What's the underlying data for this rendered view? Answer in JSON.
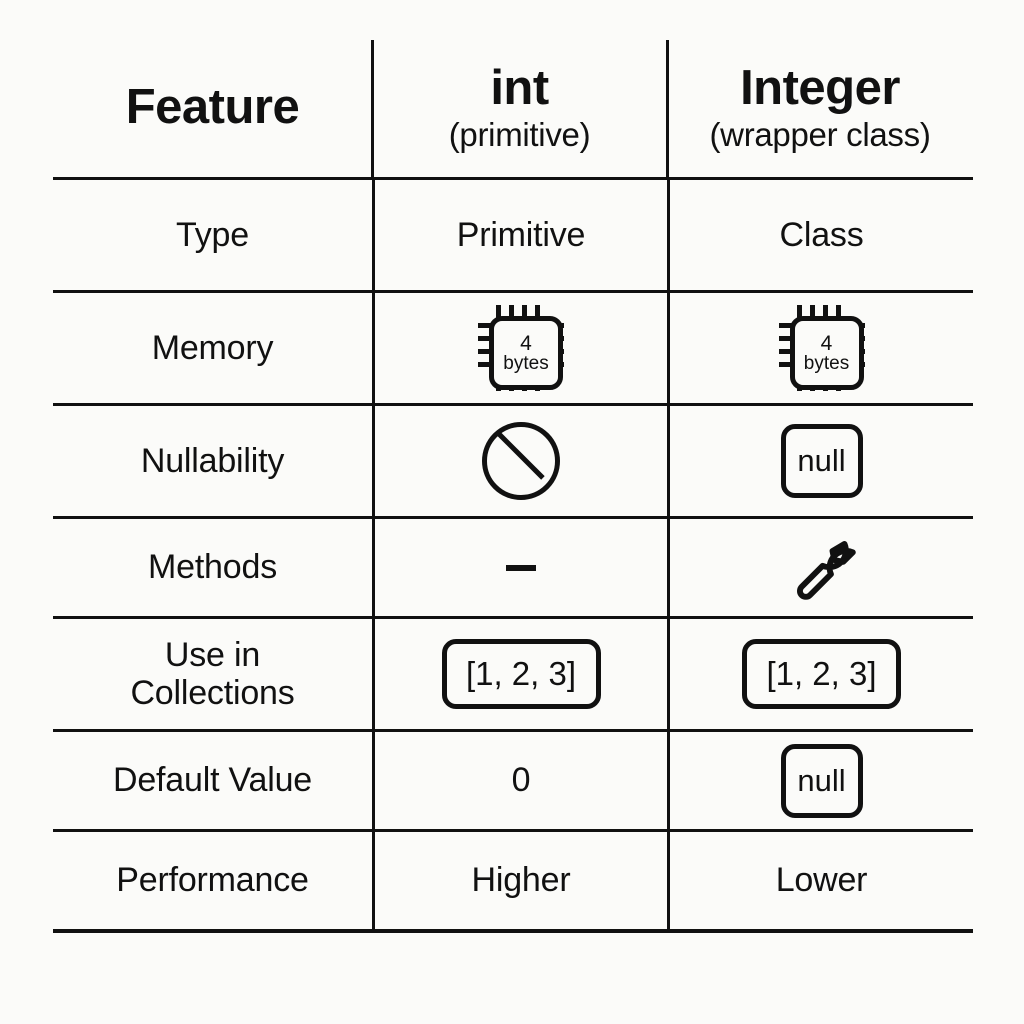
{
  "page": {
    "background_color": "#fbfbf9",
    "ink_color": "#111111",
    "title": "int vs Integer comparison table"
  },
  "table": {
    "columns": [
      {
        "id": "feature",
        "label": "Feature",
        "sublabel": ""
      },
      {
        "id": "int",
        "label": "int",
        "sublabel": "(primitive)"
      },
      {
        "id": "integer",
        "label": "Integer",
        "sublabel": "(wrapper class)"
      }
    ],
    "rows": [
      {
        "feature": "Type",
        "int": {
          "kind": "text",
          "text": "Primitive"
        },
        "integer": {
          "kind": "text",
          "text": "Class"
        }
      },
      {
        "feature": "Memory",
        "int": {
          "kind": "chip",
          "number": "4",
          "unit": "bytes",
          "icon": "cpu-chip-icon"
        },
        "integer": {
          "kind": "chip",
          "number": "4",
          "unit": "bytes",
          "icon": "cpu-chip-icon"
        }
      },
      {
        "feature": "Nullability",
        "int": {
          "kind": "no-circle",
          "icon": "prohibited-icon",
          "text": ""
        },
        "integer": {
          "kind": "box",
          "text": "null"
        }
      },
      {
        "feature": "Methods",
        "int": {
          "kind": "dash",
          "text": "–"
        },
        "integer": {
          "kind": "wrench",
          "icon": "wrench-icon",
          "text": ""
        }
      },
      {
        "feature": "Use in\nCollections",
        "feature_line1": "Use in",
        "feature_line2": "Collections",
        "int": {
          "kind": "box-list",
          "text": "[1, 2, 3]"
        },
        "integer": {
          "kind": "box-list",
          "text": "[1, 2, 3]"
        }
      },
      {
        "feature": "Default Value",
        "int": {
          "kind": "text",
          "text": "0"
        },
        "integer": {
          "kind": "box",
          "text": "null"
        }
      },
      {
        "feature": "Performance",
        "int": {
          "kind": "text",
          "text": "Higher"
        },
        "integer": {
          "kind": "text",
          "text": "Lower"
        }
      }
    ]
  }
}
